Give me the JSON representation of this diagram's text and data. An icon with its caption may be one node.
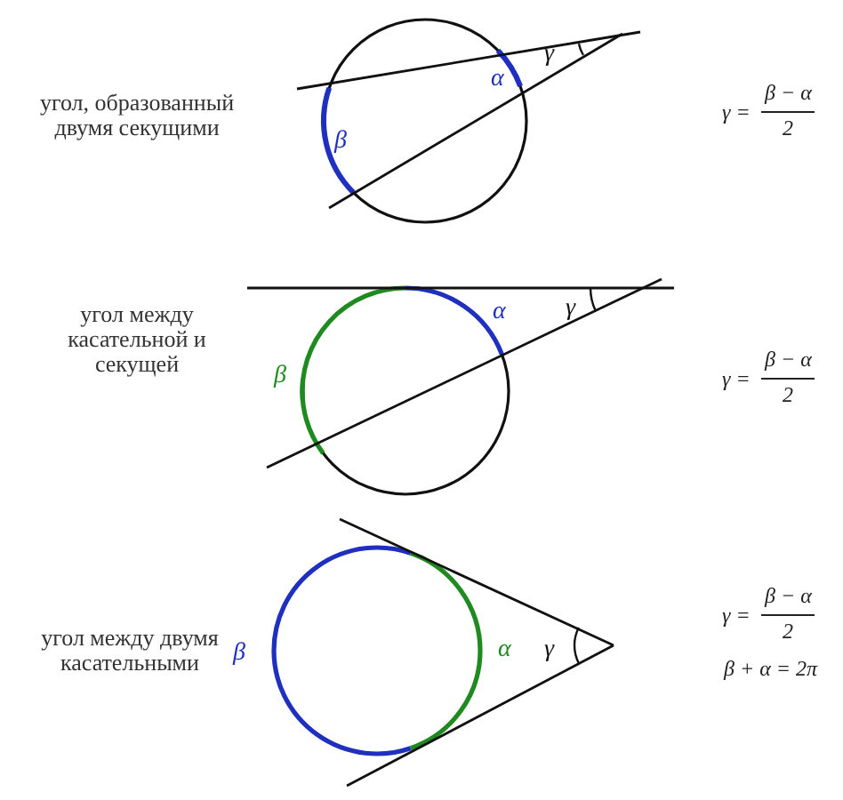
{
  "diagram": {
    "labels": [
      "угол, образованный двумя секущими",
      "γ",
      "α",
      "β",
      "γ =",
      "β − α",
      "2",
      "угол между касательной и секущей",
      "γ",
      "α",
      "β",
      "γ =",
      "β − α",
      "2",
      "угол между двумя касательными",
      "β",
      "α",
      "γ",
      "γ =",
      "β − α",
      "2",
      "β + α = 2π"
    ]
  }
}
